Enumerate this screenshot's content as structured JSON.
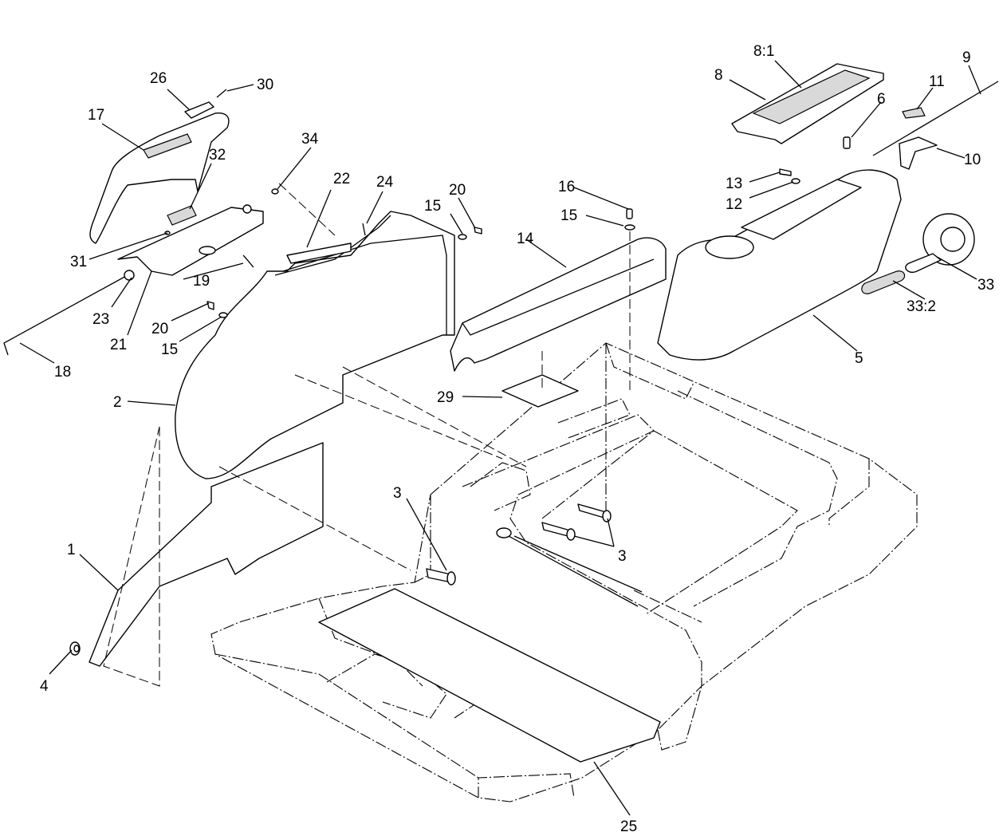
{
  "diagram": {
    "callouts": [
      "1",
      "2",
      "3",
      "3",
      "3",
      "4",
      "5",
      "6",
      "8",
      "8:1",
      "9",
      "10",
      "11",
      "12",
      "13",
      "14",
      "15",
      "15",
      "15",
      "16",
      "17",
      "18",
      "19",
      "20",
      "20",
      "21",
      "22",
      "23",
      "24",
      "25",
      "26",
      "29",
      "30",
      "31",
      "32",
      "33",
      "33:2",
      "34"
    ]
  }
}
